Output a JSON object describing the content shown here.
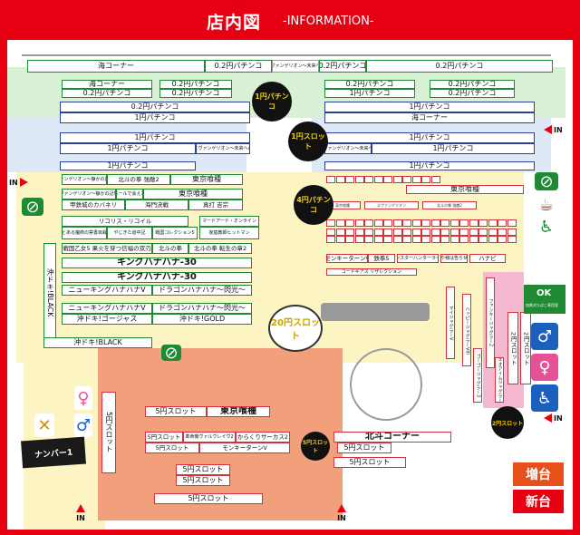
{
  "header": {
    "title": "店内図",
    "subtitle": "-INFORMATION-"
  },
  "entrances": {
    "label": "IN"
  },
  "top_rows": {
    "umi_corner": "海コーナー",
    "p02": "0.2円パチンコ",
    "shinseiki_evangelion": "新世紀エヴァンゲリオン〜未来への咆哮〜",
    "p1": "1円パチンコ",
    "p4_corner": "4円パチンコ"
  },
  "slot_left": {
    "r1a": "エヴァンゲリオン〜静かの記憶〜",
    "r1b": "北斗の拳 強敵2",
    "r1c": "東京喰種",
    "r2a": "エヴァンゲリオン〜静かの記憶〜",
    "r2b": "ホールで会えた",
    "r2c": "東京喰種",
    "r3a": "甲鉄城のカバネリ",
    "r3b": "海門決戦",
    "r3c": "真打 吉宗",
    "r4a": "リコリス・リコイル",
    "r4b": "マードアード・オンライン",
    "r5a": "とある魔術の禁書目録",
    "r5b": "やじきた道中記",
    "r5c": "戦国コレクション5",
    "r5d": "家庭教師ヒットマン",
    "r6a": "戦国乙女5 果火を穿つ信福の双刃",
    "r6b": "北斗の拳",
    "r6c": "北斗の拳 転生の章2",
    "king_hanahana_30": "キングハナハナ-30",
    "new_king_hanahana": "ニューキングハナハナV",
    "dragon_hanahana": "ドラゴンハナハナ〜閃光〜",
    "okidoki_gorgeous": "沖ドキ!ゴージャス",
    "hanahana_gold": "沖ドキ!GOLD",
    "okidoki_black_v": "沖ドキ!BLACK",
    "okidoki_black_h": "沖ドキ!BLACK"
  },
  "slot_right": {
    "r1": "東京喰種",
    "r2a": "東京喰種",
    "r2b": "エヴァンゲリオン",
    "r2c": "北斗の拳 強敵2",
    "r3a": "モンキーターンV",
    "r3b": "鉄拳5",
    "r3c": "モンスターハンターライズ",
    "r3d": "かぐや様は告らせたい",
    "r3e": "ハナビ",
    "r4a": "コードギアス リザレクション",
    "v1": "ファンキージャグラー2",
    "v2": "ハッピージャグラーVIII",
    "v3": "ゴーゴージャグラー3",
    "v4": "マイジャグラーV",
    "v5": "ネオアイムジャグラー",
    "v6": "2円スロット",
    "v7": "2円スロット"
  },
  "low_area": {
    "y5_slot": "5円スロット",
    "tokyo_ghoul": "東京喰種",
    "valvrave": "革命機ヴァルヴレイヴ2",
    "karakuri": "からくりサーカス2",
    "monkey_turn": "モンキーターンV",
    "hokuto_corner": "北斗コーナー"
  },
  "badges": {
    "p1_hall": "1円パチンコ",
    "p4_hall": "4円パチンコ",
    "s20": "20円スロット",
    "s5": "5円スロット",
    "s2": "2円スロット",
    "s1": "1円スロット"
  },
  "signs": {
    "zodai": "増台",
    "shindai": "新台",
    "logo": "ナンバー1",
    "smoking_ok": "OK",
    "smoking_room": "加熱式たばこ専用室"
  },
  "colors": {
    "red": "#e60012",
    "green": "#1f8a34",
    "yellow": "#fdf4c4",
    "blue": "#dde9f7",
    "salmon": "#f2a07b",
    "pink": "#f5b8d0",
    "mint": "#d8f0d4",
    "orange": "#e8501a"
  }
}
